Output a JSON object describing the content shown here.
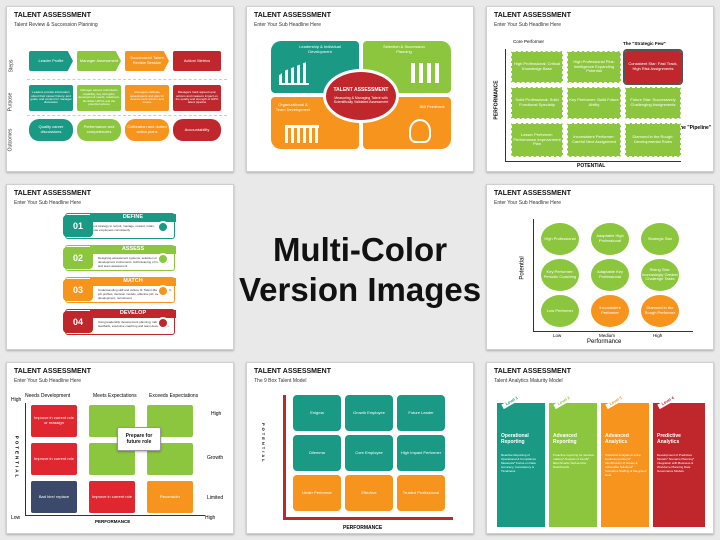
{
  "center": {
    "line1": "Multi-Color",
    "line2": "Version Images"
  },
  "colors": {
    "teal": "#1a9a84",
    "green": "#8cc63f",
    "orange": "#f7941d",
    "red": "#e0262e",
    "navy": "#3b4a6b"
  },
  "s1": {
    "title": "TALENT ASSESSMENT",
    "subtitle": "Talent Review & Succession Planning",
    "rows": [
      "Steps",
      "Purpose",
      "Outcomes"
    ],
    "steps": [
      "Leader Profile",
      "Manager Assessment",
      "Succession/ Talent Review Session",
      "Action/ Metrics"
    ],
    "purpose": [
      "Leaders provide information about their career history, and goals, and context for manager discussion",
      "Manager assess individual's capability, key strengths, development needs, readiness, identifies HIPOs and the potential actions",
      "Managers calibrate assessments and plan for development actions and moves",
      "Managers track agreed upon actions and measure impact on the quality and strength of HIPO talent pipeline"
    ],
    "outcomes": [
      "Quality career discussions",
      "Performance and competencies",
      "Calibration and dotted action plans",
      "Accountability"
    ]
  },
  "s2": {
    "title": "TALENT ASSESSMENT",
    "subtitle": "Enter Your Sub Headline Here",
    "quads": [
      "Leadership & Individual Development",
      "Selection & Succession Planning",
      "Organizational & Team Development",
      "360 Feedback"
    ],
    "center_title": "TALENT ASSESSMENT",
    "center_text": "Measuring & Managing Talent with Scientifically Validated Assessment"
  },
  "s3": {
    "title": "TALENT ASSESSMENT",
    "subtitle": "Enter Your Sub Headline Here",
    "core": "Core Performer",
    "strategic": "The \"Strategic Few\"",
    "pipeline": "The \"Pipeline\"",
    "ylabel": "PERFORMANCE",
    "xlabel": "POTENTIAL",
    "cells": [
      "High Professional: Critical Knowledge Base",
      "High Professional Plus: Intelligence Expanding Potential",
      "Consistent Star: Fast Track, High Risk Assignments",
      "Solid Professional: Solid Functional Specialty",
      "Key Performer: Build Future Ability",
      "Future Star: Successively Challenging Assignments",
      "Lesser Performer: Performance Improvement Plan",
      "Inconsistent Performer: Careful Next Assignment",
      "Diamond in the Rough: Developmental Roles"
    ]
  },
  "s4": {
    "title": "TALENT ASSESSMENT",
    "subtitle": "Enter Your Sub Headline Here",
    "items": [
      {
        "num": "01",
        "label": "DEFINE",
        "text": "Utilising assessment strategy to recruit, manage, reward, retain, develop and promote employees consistently"
      },
      {
        "num": "02",
        "label": "ASSESS",
        "text": "Designing assessment systems, selection or development instruments. Administering of individual and team assessment"
      },
      {
        "num": "03",
        "label": "MATCH",
        "text": "Understanding skill and culture fit. Talent Match Report, job profiles, decision models, effective job, career development, recruitment"
      },
      {
        "num": "04",
        "label": "DEVELOP",
        "text": "Using leadership development planning, individual feedback, executive coaching and team development"
      }
    ]
  },
  "s5": {
    "title": "TALENT ASSESSMENT",
    "subtitle": "Enter Your Sub Headline Here",
    "circles": [
      "High Professional",
      "Adaptable High Professional",
      "Strategic Star",
      "Key Performer: Periodic Coaching",
      "Adaptable Key Professional",
      "Rising Star: Increasingly Greater Challenge Tasks",
      "Low Performer",
      "Inconsistent Performer",
      "Diamond in the Rough Performer"
    ],
    "ylabel": "Potential",
    "xlabel": "Performance",
    "xticks": [
      "Low",
      "Medium",
      "High"
    ]
  },
  "s6": {
    "title": "TALENT ASSESSMENT",
    "subtitle": "Enter Your Sub Headline Here",
    "cols": [
      "Needs Development",
      "Meets Expectations",
      "Exceeds Expectations"
    ],
    "rows": [
      "High",
      "Growth",
      "Limited"
    ],
    "cells": [
      "Improve in current role or reassign",
      "",
      "",
      "Improve in current role",
      "Prepare for future role",
      "",
      "Bad hire/ replace",
      "Improve in current role",
      "Reconsider"
    ],
    "ylabel": "POTENTIAL",
    "xlabel": "PERFORMANCE",
    "high": "High",
    "low": "Low",
    "xhigh": "High"
  },
  "s7": {
    "title": "TALENT ASSESSMENT",
    "subtitle": "The 9 Box Talent Model",
    "cells": [
      "Enigma",
      "Growth Employee",
      "Future Leader",
      "Dilemma",
      "Core Employee",
      "High Impact Performer",
      "Under Performer",
      "Effective",
      "Trusted Professional"
    ],
    "ylabel": "POTENTIAL",
    "xlabel": "PERFORMANCE"
  },
  "s8": {
    "title": "TALENT ASSESSMENT",
    "subtitle": "Talent Analytics Maturity Model",
    "levels": [
      {
        "tag": "Level 1",
        "name": "Operational Reporting",
        "text": "Reactive Reporting of Operational & Compliance Measures* Focus on Data Accuracy, Consistency & Timeliness"
      },
      {
        "tag": "Level 2",
        "name": "Advanced Reporting",
        "text": "Proactive reporting for decision making* Analysis of trends* Benchmarks Self-service Dashboards"
      },
      {
        "tag": "Level 3",
        "name": "Advanced Analytics",
        "text": "Statistical analysis to solve business problems* Identification of Issues & Actionable Solutions* Scenarios Staffing & Integrated Data"
      },
      {
        "tag": "Level 4",
        "name": "Predictive Analytics",
        "text": "Development of Predictive Models* Scenario Planning* Integration with Business & Workforce Planning Data Governance Models"
      }
    ]
  }
}
